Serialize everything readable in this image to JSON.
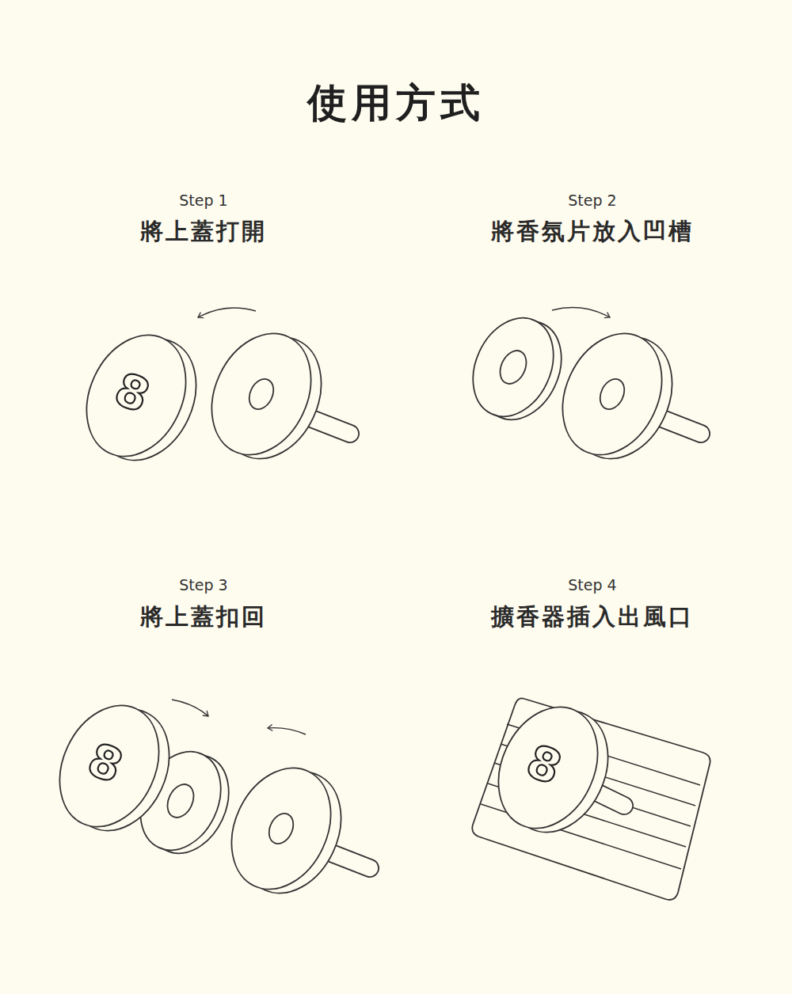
{
  "diagram": {
    "title": "使用方式",
    "labels": [
      "Step 1",
      "將上蓋打開",
      "Step 2",
      "將香氛片放入凹槽",
      "Step 3",
      "將上蓋扣回",
      "Step 4",
      "擴香器插入出風口",
      "8",
      "8",
      "8"
    ]
  }
}
